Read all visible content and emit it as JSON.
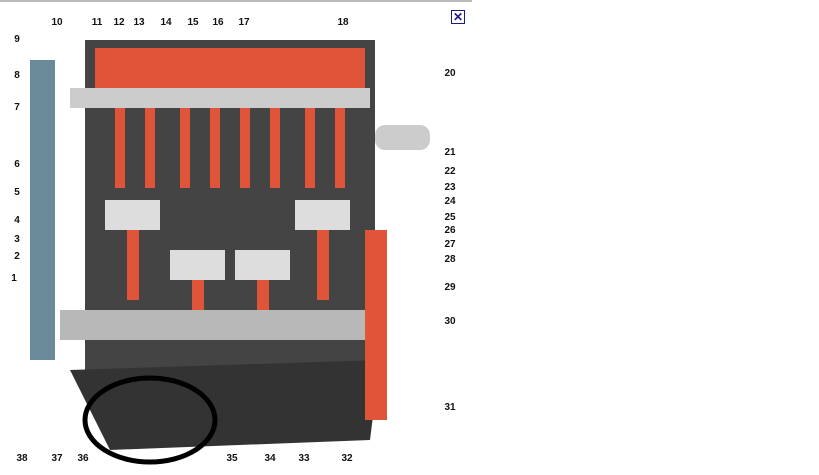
{
  "viewer": {
    "close_icon": "close-icon",
    "close_label": "✕"
  },
  "diagram": {
    "labels_top": [
      "10",
      "11",
      "12",
      "13",
      "14",
      "15",
      "16",
      "17",
      "18"
    ],
    "labels_left": [
      "9",
      "8",
      "7",
      "6",
      "5",
      "4",
      "3",
      "2",
      "1"
    ],
    "labels_right": [
      "20",
      "21",
      "22",
      "23",
      "24",
      "25",
      "26",
      "27",
      "28",
      "29",
      "30",
      "31"
    ],
    "labels_bottom": [
      "38",
      "37",
      "36",
      "35",
      "34",
      "33",
      "32"
    ],
    "colors": {
      "engine_red": "#e0543a",
      "metal_grey": "#b8b8b8",
      "dark": "#333333",
      "circle": "#000000"
    }
  }
}
